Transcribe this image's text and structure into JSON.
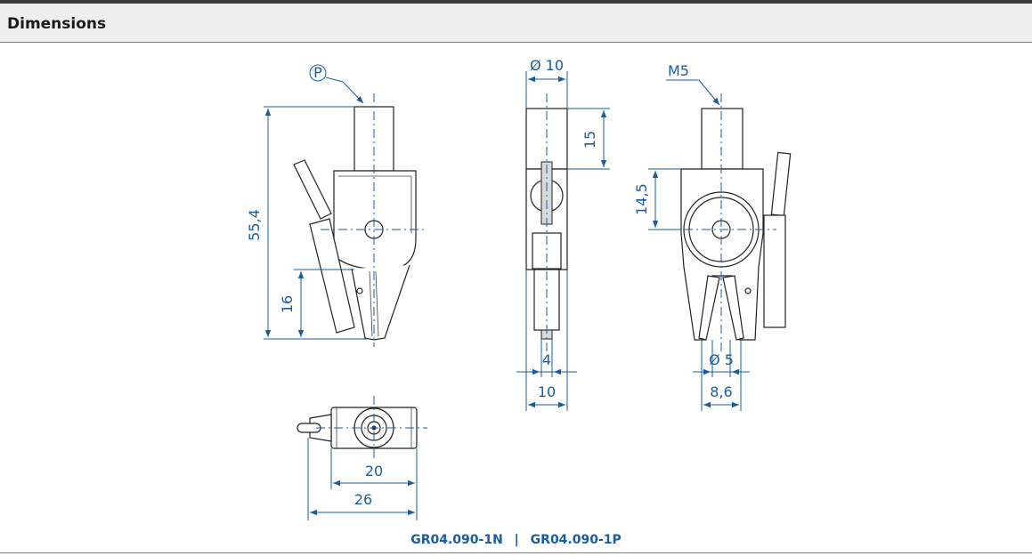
{
  "header": {
    "title": "Dimensions"
  },
  "dimensions": {
    "length_total": "55,4",
    "jaw_length": "16",
    "diameter_body": "Ø 10",
    "shaft_length": "15",
    "width_4": "4",
    "width_10": "10",
    "thread": "M5",
    "pivot_height": "14,5",
    "diameter_jaw": "Ø 5",
    "jaw_width": "8,6",
    "bottom_width_20": "20",
    "bottom_width_26": "26",
    "port_marker": "P"
  },
  "caption": {
    "part_n": "GR04.090-1N",
    "separator": "|",
    "part_p": "GR04.090-1P"
  }
}
